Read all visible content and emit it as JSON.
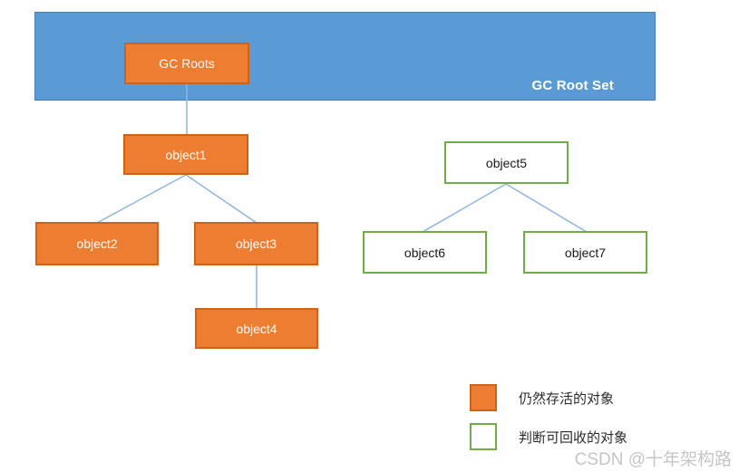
{
  "banner": {
    "label": "GC Root Set"
  },
  "nodes": {
    "gc_roots": {
      "label": "GC Roots",
      "type": "root"
    },
    "object1": {
      "label": "object1",
      "type": "alive"
    },
    "object2": {
      "label": "object2",
      "type": "alive"
    },
    "object3": {
      "label": "object3",
      "type": "alive"
    },
    "object4": {
      "label": "object4",
      "type": "alive"
    },
    "object5": {
      "label": "object5",
      "type": "recyclable"
    },
    "object6": {
      "label": "object6",
      "type": "recyclable"
    },
    "object7": {
      "label": "object7",
      "type": "recyclable"
    }
  },
  "edges": [
    {
      "from": "gc_roots",
      "to": "object1"
    },
    {
      "from": "object1",
      "to": "object2"
    },
    {
      "from": "object1",
      "to": "object3"
    },
    {
      "from": "object3",
      "to": "object4"
    },
    {
      "from": "object5",
      "to": "object6"
    },
    {
      "from": "object5",
      "to": "object7"
    }
  ],
  "legend": [
    {
      "label": "仍然存活的对象",
      "swatch": "alive"
    },
    {
      "label": "判断可回收的对象",
      "swatch": "recyclable"
    }
  ],
  "watermark": "CSDN @十年架构路",
  "colors": {
    "banner_fill": "#5b9bd5",
    "alive_fill": "#ed7d31",
    "alive_border": "#cc6318",
    "recyclable_border": "#70ad47",
    "connector": "#8eb4e3"
  }
}
